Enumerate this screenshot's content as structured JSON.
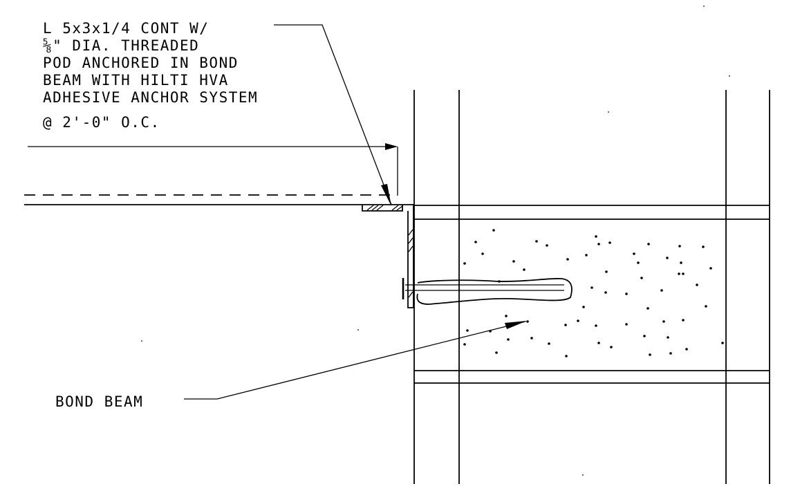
{
  "callout_anchor": {
    "lines": [
      "L 5x3x1/4 CONT W/",
      "⅝\" DIA. THREADED",
      "POD ANCHORED IN BOND",
      "BEAM WITH HILTI HVA",
      "ADHESIVE ANCHOR SYSTEM",
      "@ 2'-0\" O.C."
    ]
  },
  "callout_bond_beam": {
    "label": "BOND BEAM"
  },
  "colors": {
    "ink": "#000000",
    "paper": "#ffffff"
  }
}
